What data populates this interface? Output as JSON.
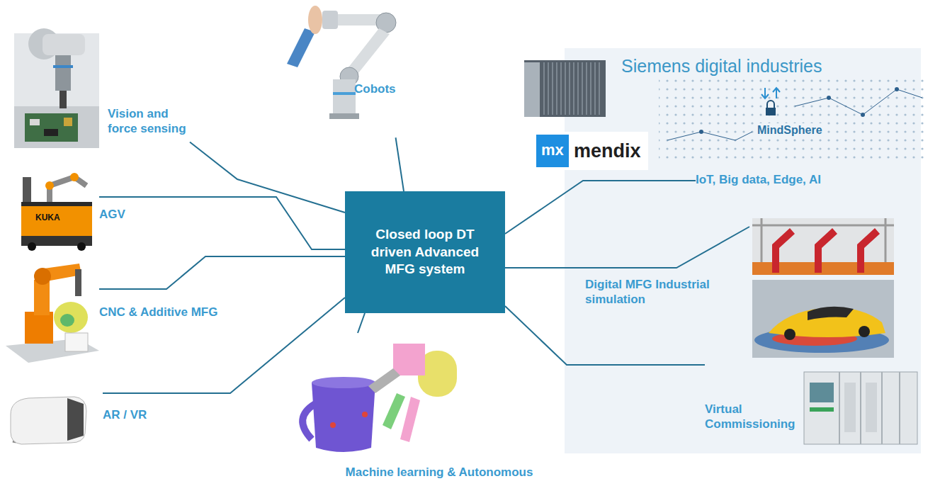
{
  "diagram": {
    "nodes": [
      {
        "text": [
          "Siemens digital industries"
        ]
      },
      {
        "text": [
          "Cobots"
        ]
      },
      {
        "text": [
          "Vision and force sensing"
        ]
      },
      {
        "text": [
          "AGV"
        ]
      },
      {
        "text": [
          "CNC & Additive MFG"
        ]
      },
      {
        "text": [
          "AR / VR"
        ]
      },
      {
        "text": [
          "Closed loop DT driven Advanced MFG system"
        ]
      },
      {
        "text": [
          "Machine learning & Autonomous"
        ]
      },
      {
        "text": [
          "IoT, Big data, Edge, AI"
        ],
        "in": 0
      },
      {
        "text": [
          "Digital MFG Industrial simulation"
        ],
        "in": 0
      },
      {
        "text": [
          "Virtual Commissioning"
        ],
        "in": 0
      }
    ],
    "edges": [
      {
        "from": 6,
        "to": 1,
        "arrow": "none"
      },
      {
        "from": 6,
        "to": 2,
        "arrow": "none"
      },
      {
        "from": 6,
        "to": 3,
        "arrow": "none"
      },
      {
        "from": 6,
        "to": 4,
        "arrow": "none"
      },
      {
        "from": 6,
        "to": 5,
        "arrow": "none"
      },
      {
        "from": 6,
        "to": 7,
        "arrow": "none"
      },
      {
        "from": 6,
        "to": 8,
        "arrow": "none"
      },
      {
        "from": 6,
        "to": 9,
        "arrow": "none"
      },
      {
        "from": 6,
        "to": 10,
        "arrow": "none"
      }
    ],
    "labels": [
      "mx",
      "mendix",
      "MindSphere",
      "KUKA"
    ]
  }
}
